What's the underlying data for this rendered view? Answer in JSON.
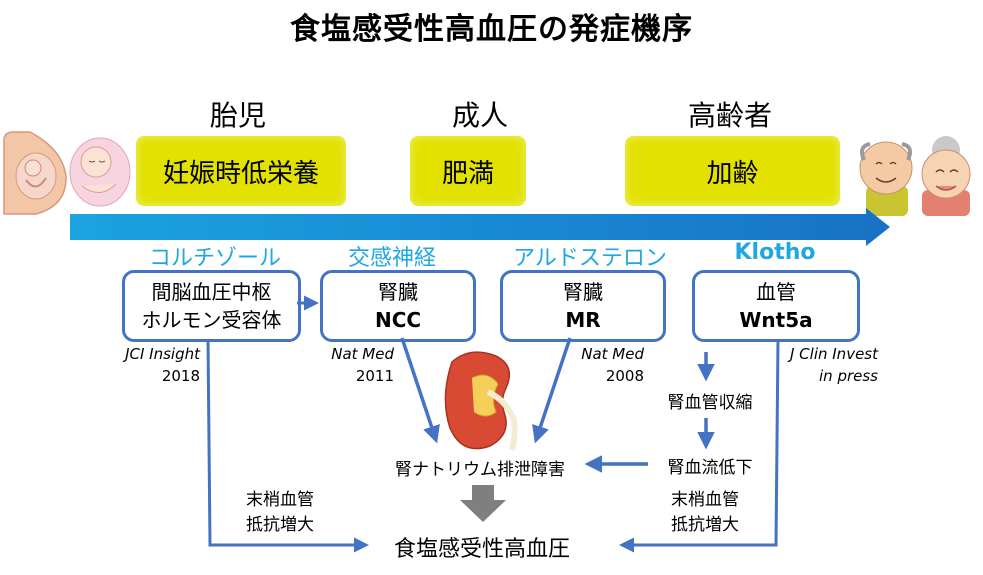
{
  "title": "食塩感受性高血圧の発症機序",
  "stages": [
    "胎児",
    "成人",
    "高齢者"
  ],
  "factors": [
    "妊娠時低栄養",
    "肥満",
    "加齢"
  ],
  "mediators": [
    "コルチゾール",
    "交感神経",
    "アルドステロン",
    "Klotho"
  ],
  "boxes": [
    {
      "line1": "間脳血圧中枢",
      "line2": "ホルモン受容体"
    },
    {
      "line1": "腎臓",
      "line2": "NCC"
    },
    {
      "line1": "腎臓",
      "line2": "MR"
    },
    {
      "line1": "血管",
      "line2": "Wnt5a"
    }
  ],
  "citations": [
    {
      "journal": "JCI Insight",
      "detail": "2018"
    },
    {
      "journal": "Nat Med",
      "detail": "2011"
    },
    {
      "journal": "Nat Med",
      "detail": "2008"
    },
    {
      "journal": "J Clin Invest",
      "detail": "in press"
    }
  ],
  "right_chain": [
    "腎血管収縮",
    "腎血流低下"
  ],
  "sodium_label": "腎ナトリウム排泄障害",
  "resistance_left": {
    "line1": "末梢血管",
    "line2": "抵抗増大"
  },
  "resistance_right": {
    "line1": "末梢血管",
    "line2": "抵抗増大"
  },
  "outcome": "食塩感受性高血圧",
  "colors": {
    "blue": "#4472c4",
    "cyan": "#1ea7e1",
    "yellow": "#e3e100",
    "gray_arrow": "#7f7f7f"
  }
}
